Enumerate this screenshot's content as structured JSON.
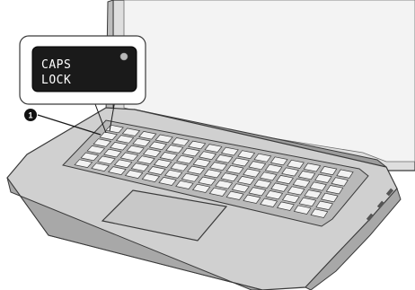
{
  "callout": {
    "key_label_line1": "CAPS",
    "key_label_line2": "LOCK",
    "number": "1",
    "indicator_name": "caps-lock-indicator"
  },
  "colors": {
    "body": "#d6d6d6",
    "body_dark": "#a9a9a9",
    "screen": "#ededed",
    "key": "#f2f2f2",
    "outline": "#3a3a3a",
    "key_callout": "#1a1a1a",
    "led": "#b8b8b8"
  },
  "icons": {
    "callout_marker": "numbered-circle",
    "led": "led-indicator"
  }
}
